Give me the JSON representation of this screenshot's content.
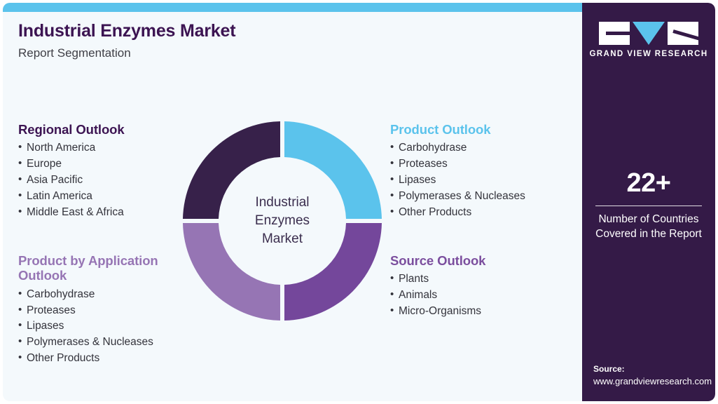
{
  "header": {
    "title": "Industrial Enzymes Market",
    "subtitle": "Report Segmentation"
  },
  "brand": {
    "logo_text": "GRAND VIEW RESEARCH",
    "logo_mark_left": "g-mark-icon",
    "logo_mark_center": "v-triangle-icon",
    "logo_mark_right": "r-mark-icon",
    "sidebar_color": "#341a47"
  },
  "stat": {
    "number": "22+",
    "caption_line1": "Number of Countries",
    "caption_line2": "Covered in the Report"
  },
  "source": {
    "label": "Source:",
    "url": "www.grandviewresearch.com"
  },
  "center_label": {
    "line1": "Industrial",
    "line2": "Enzymes",
    "line3": "Market"
  },
  "outlooks": [
    {
      "id": "regional",
      "title": "Regional Outlook",
      "color": "#3c1452",
      "items": [
        "North America",
        "Europe",
        "Asia Pacific",
        "Latin America",
        "Middle East & Africa"
      ]
    },
    {
      "id": "product",
      "title": "Product Outlook",
      "color": "#5bc3ec",
      "items": [
        "Carbohydrase",
        "Proteases",
        "Lipases",
        "Polymerases & Nucleases",
        "Other Products"
      ]
    },
    {
      "id": "application",
      "title": "Product by Application Outlook",
      "color": "#9675b4",
      "items": [
        "Carbohydrase",
        "Proteases",
        "Lipases",
        "Polymerases & Nucleases",
        "Other Products"
      ]
    },
    {
      "id": "source",
      "title": "Source Outlook",
      "color": "#7b4e9e",
      "items": [
        "Plants",
        "Animals",
        "Micro-Organisms"
      ]
    }
  ],
  "chart_data": {
    "type": "pie",
    "title": "Industrial Enzymes Market",
    "subtype": "donut",
    "categories": [
      "Product Outlook",
      "Source Outlook",
      "Product by Application Outlook",
      "Regional Outlook"
    ],
    "values": [
      25,
      25,
      25,
      25
    ],
    "colors": [
      "#5bc3ec",
      "#74479b",
      "#9675b4",
      "#37214a"
    ],
    "start_angle_deg": 0,
    "inner_radius_px": 91,
    "outer_radius_px": 142,
    "legend": "none",
    "grid": false,
    "center_text": "Industrial Enzymes Market"
  },
  "theme": {
    "background": "#f4f9fc",
    "accent_bar": "#5bc3ec"
  }
}
